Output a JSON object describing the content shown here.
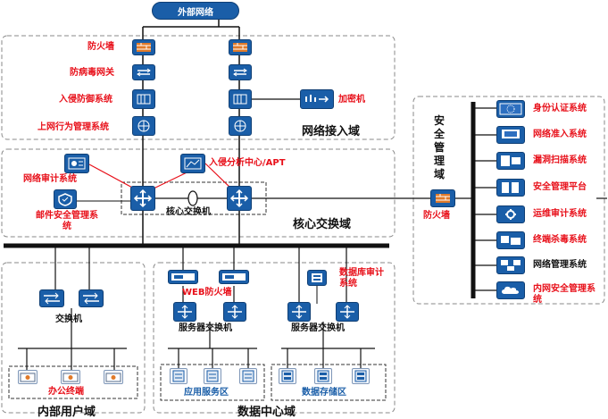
{
  "external_network": "外部网络",
  "zones": {
    "network_access": "网络接入域",
    "core_switching": "核心交换域",
    "internal_user": "内部用户域",
    "data_center": "数据中心域",
    "security_mgmt": "安全管理域"
  },
  "access_labels": {
    "firewall": "防火墙",
    "antivirus_gateway": "防病毒网关",
    "ips": "入侵防御系统",
    "behavior_mgmt": "上网行为管理系统",
    "encryptor": "加密机"
  },
  "core_labels": {
    "audit": "网络审计系统",
    "ids_apt": "入侵分析中心/APT",
    "mail_security": "邮件安全管理系统",
    "core_switch": "核心交换机",
    "side_firewall": "防火墙"
  },
  "internal_labels": {
    "switch": "交换机",
    "office_terminal": "办公终端"
  },
  "datacenter_labels": {
    "web_firewall": "WEB防火墙",
    "db_audit": "数据库审计系统",
    "server_switch_1": "服务器交换机",
    "server_switch_2": "服务器交换机",
    "app_service_area": "应用服务区",
    "data_storage_area": "数据存储区"
  },
  "security_systems": [
    {
      "label": "身份认证系统",
      "icon": "identity-icon"
    },
    {
      "label": "网络准入系统",
      "icon": "monitor-icon"
    },
    {
      "label": "漏洞扫描系统",
      "icon": "scanner-icon"
    },
    {
      "label": "安全管理平台",
      "icon": "server-icon"
    },
    {
      "label": "运维审计系统",
      "icon": "gear-icon"
    },
    {
      "label": "终端杀毒系统",
      "icon": "devices-icon"
    },
    {
      "label": "网络管理系统",
      "icon": "network-icon"
    },
    {
      "label": "内网安全管理系统",
      "icon": "cloud-icon"
    }
  ],
  "colors": {
    "device_blue": "#1a5ea8",
    "label_red": "#e8101a",
    "backbone_black": "#111111",
    "dash_gray": "#888888"
  }
}
